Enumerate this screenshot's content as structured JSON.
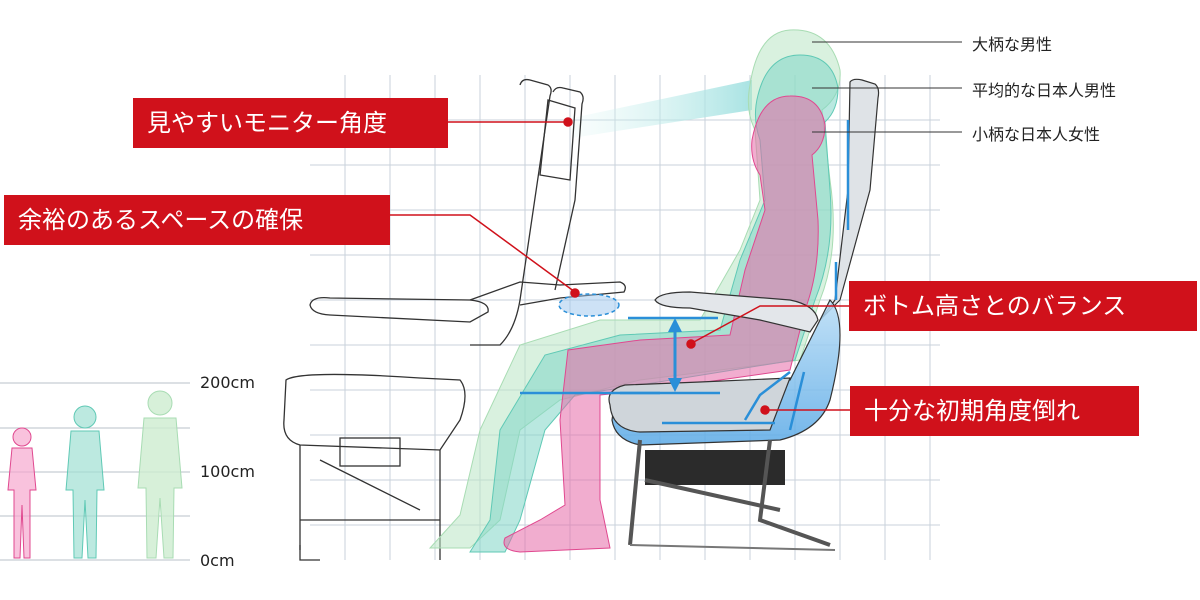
{
  "callouts": {
    "monitor_angle": "見やすいモニター角度",
    "space": "余裕のあるスペースの確保",
    "bottom_height": "ボトム高さとのバランス",
    "recline": "十分な初期角度倒れ"
  },
  "legend": {
    "large_male": "大柄な男性",
    "average_male": "平均的な日本人男性",
    "small_female": "小柄な日本人女性"
  },
  "scale": {
    "h200": "200cm",
    "h100": "100cm",
    "h0": "0cm"
  },
  "colors": {
    "callout_red": "#d0111b",
    "female_pink": "#e0488f",
    "average_teal": "#5fc9b5",
    "large_green": "#a8dcb3",
    "seat_blue": "#2a8fd8",
    "grid": "#c9d2db"
  }
}
